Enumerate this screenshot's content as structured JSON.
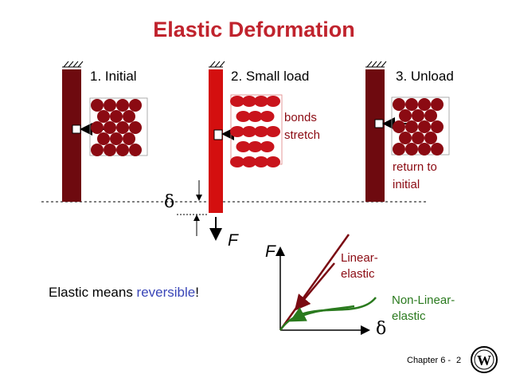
{
  "title": "Elastic Deformation",
  "panels": {
    "initial": "1. Initial",
    "small_load": "2. Small load",
    "unload": "3. Unload"
  },
  "annotations": {
    "bonds_line1": "bonds",
    "bonds_line2": "stretch",
    "return_line1": "return to",
    "return_line2": "initial",
    "delta": "δ",
    "force": "F"
  },
  "statement": {
    "prefix": "Elastic means ",
    "highlight": "reversible",
    "suffix": "!"
  },
  "graph": {
    "y_label": "F",
    "x_label": "δ",
    "linear_line1": "Linear-",
    "linear_line2": "elastic",
    "nonlinear_line1": "Non-Linear-",
    "nonlinear_line2": "elastic"
  },
  "footer": {
    "chapter": "Chapter 6 -",
    "page": "2"
  },
  "colors": {
    "title": "#c0232d",
    "bar_dark": "#6e0a0f",
    "bar_loaded": "#d40f0f",
    "atom": "#8b0a12",
    "linear": "#7a0a12",
    "nonlinear": "#2a7a1e",
    "reversible": "#3a46b8"
  }
}
